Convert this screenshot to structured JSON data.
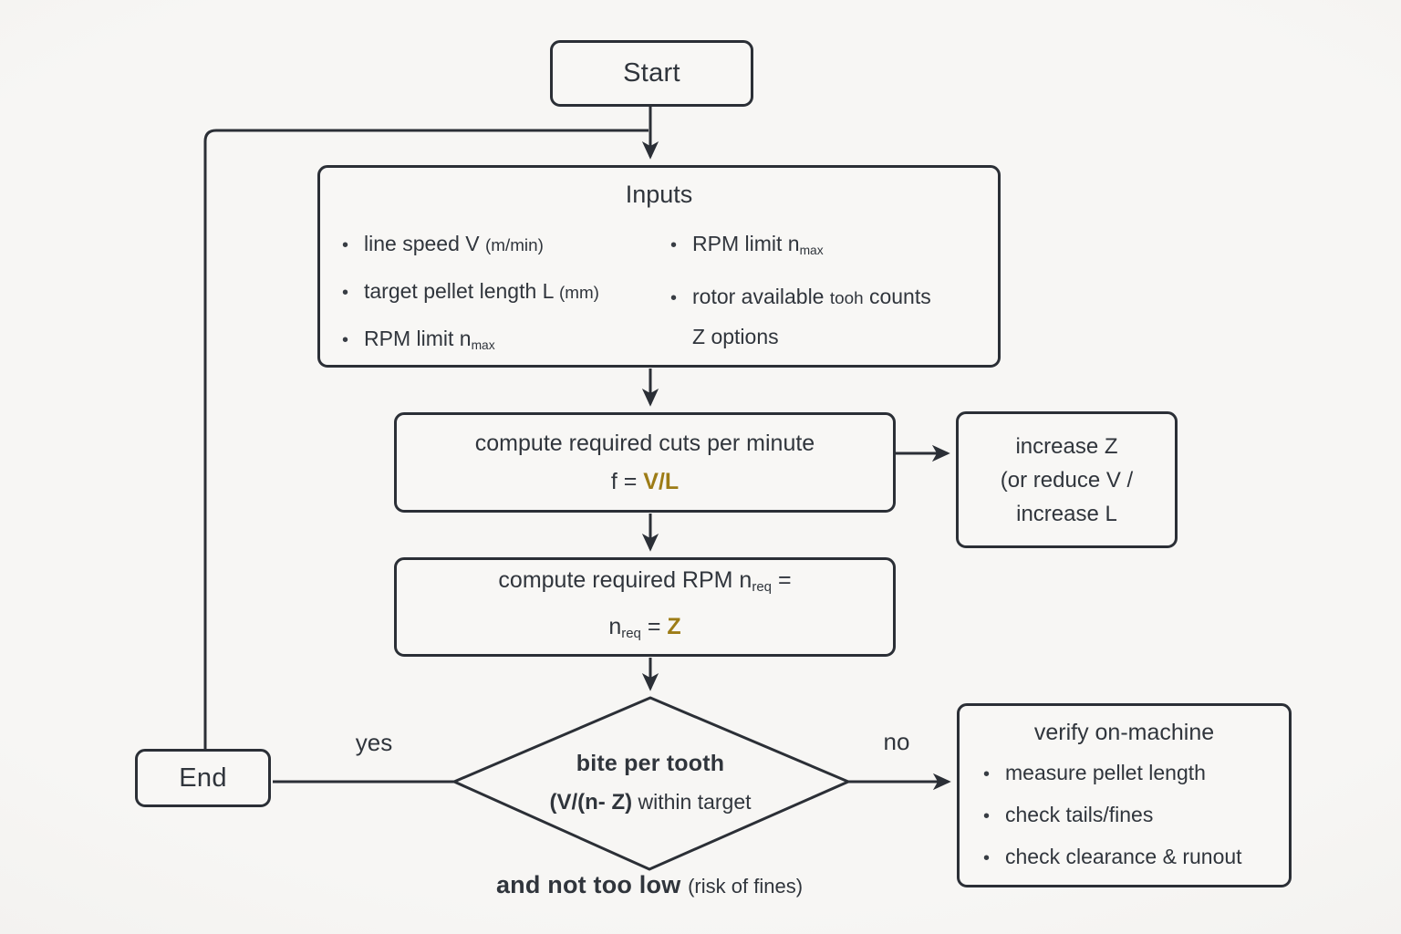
{
  "palette": {
    "accent": "#9d7c16",
    "stroke": "#2b2f36",
    "background": "#f6f5f4"
  },
  "start": {
    "label": "Start"
  },
  "inputs": {
    "title": "Inputs",
    "left": [
      {
        "main": "line speed V ",
        "small": "(m/min)"
      },
      {
        "main": "target pellet length L ",
        "small": "(mm)"
      },
      {
        "main": "RPM limit n",
        "sub": "max"
      }
    ],
    "right": [
      {
        "main": "RPM limit n",
        "sub": "max"
      },
      {
        "main": "rotor available ",
        "small": "tooh",
        "main2": " counts",
        "cont": "Z options"
      }
    ]
  },
  "compute_cuts": {
    "line1": "compute required cuts per minute",
    "eq_pre": "f = ",
    "eq_accent": "V/L"
  },
  "increase_z": {
    "line1": "increase Z",
    "line2": "(or reduce V /",
    "line3": "increase L"
  },
  "compute_rpm": {
    "line1_pre": "compute required RPM n",
    "line1_sub": "req",
    "line1_post": " =",
    "eq_pre": "n",
    "eq_sub": "req",
    "eq_mid": " = ",
    "eq_accent": "Z"
  },
  "decision": {
    "line1": "bite per tooth",
    "line2_main": "(V/(n- Z)",
    "line2_small": " within target"
  },
  "end": {
    "label": "End"
  },
  "verify": {
    "title": "verify on-machine",
    "bullets": [
      "measure pellet length",
      "check tails/fines",
      "check clearance & runout"
    ]
  },
  "edge_labels": {
    "yes": "yes",
    "no": "no"
  },
  "footnote": {
    "main": "and not too low ",
    "small": "(risk of fines)"
  }
}
